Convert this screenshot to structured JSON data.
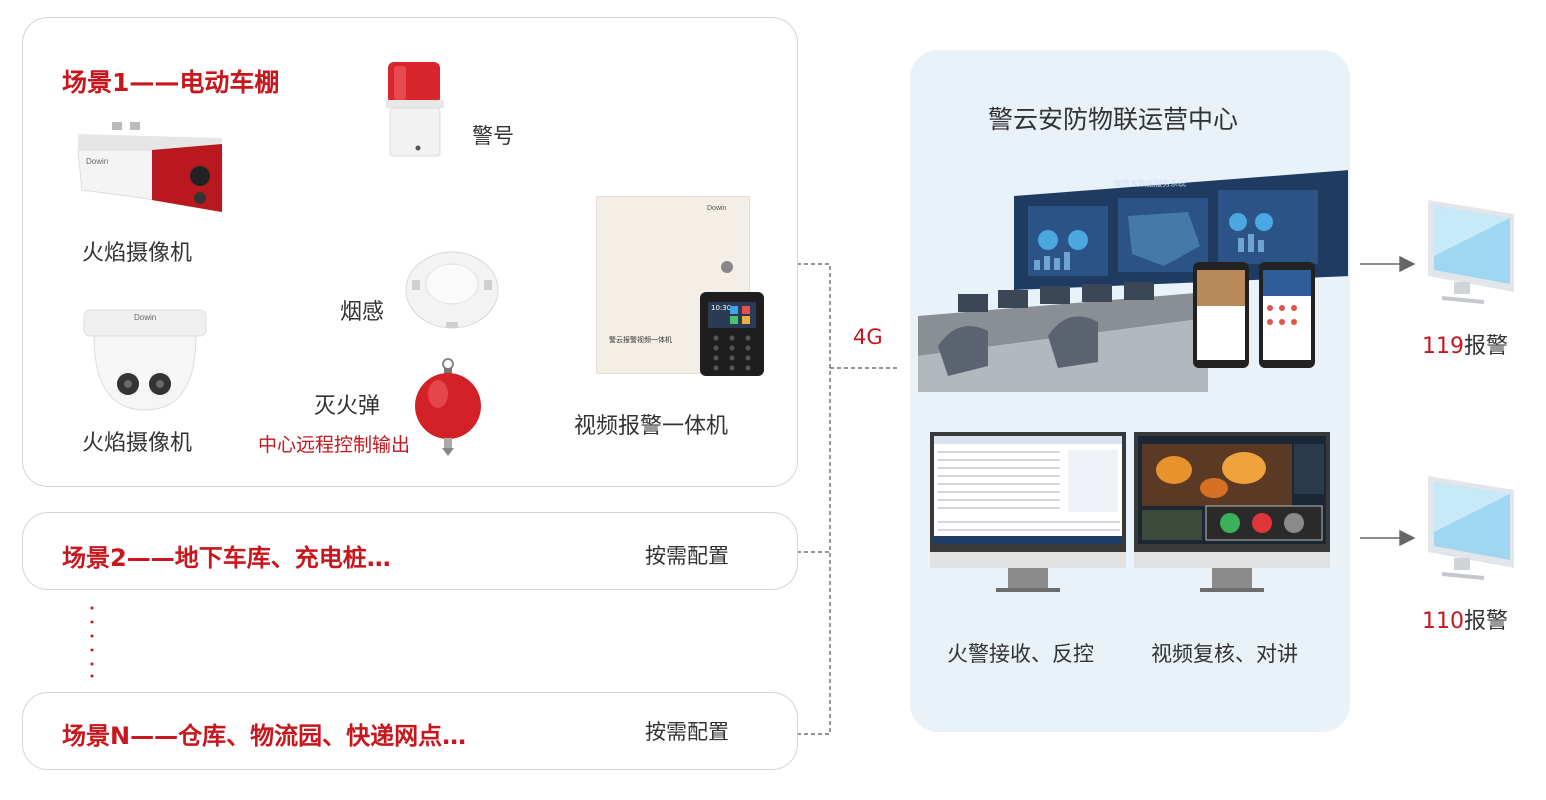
{
  "scene1": {
    "title": "场景1——电动车棚",
    "devices": {
      "siren": "警号",
      "camera_bullet": "火焰摄像机",
      "camera_dome": "火焰摄像机",
      "smoke": "烟感",
      "extinguisher": "灭火弹",
      "extinguisher_note": "中心远程控制输出",
      "host": "视频报警一体机"
    },
    "host_panel": {
      "brand": "Dowin",
      "label": "警云报警视频一体机",
      "screen_time": "10:30"
    }
  },
  "scene2": {
    "title": "场景2——地下车库、充电桩…",
    "config": "按需配置"
  },
  "sceneN": {
    "title": "场景N——仓库、物流园、快递网点…",
    "config": "按需配置"
  },
  "link": "4G",
  "center": {
    "title": "警云安防物联运营中心",
    "wall_title": "安防大数据服务系统",
    "left_caption": "火警接收、反控",
    "right_caption": "视频复核、对讲"
  },
  "alarms": [
    {
      "num": "119",
      "text": "报警"
    },
    {
      "num": "110",
      "text": "报警"
    }
  ],
  "colors": {
    "accent": "#c8161d",
    "panel": "#e9f1f9",
    "monitor": "#9fd6f0"
  }
}
